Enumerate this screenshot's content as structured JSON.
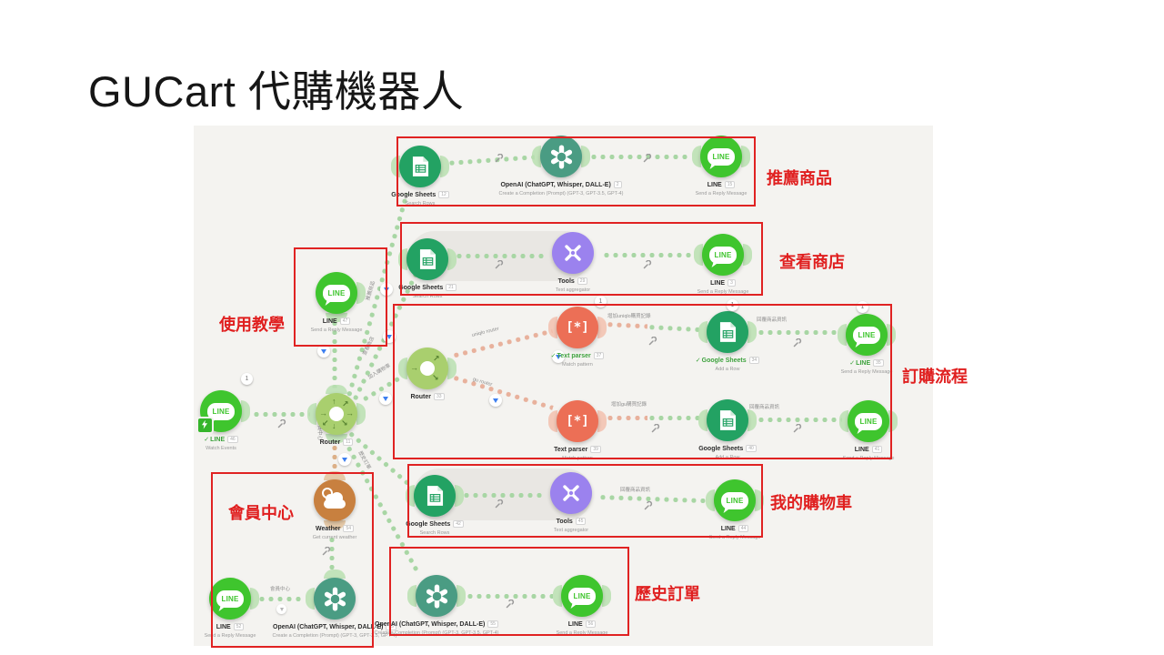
{
  "slide": {
    "title": "GUCart 代購機器人"
  },
  "annotations": {
    "recommend": "推薦商品",
    "view_store": "查看商店",
    "tutorial": "使用教學",
    "order_flow": "訂購流程",
    "my_cart": "我的購物車",
    "member_center": "會員中心",
    "history_orders": "歷史訂單"
  },
  "modules": {
    "gs1": {
      "name": "Google Sheets",
      "badge": "12",
      "sub": "Search Rows"
    },
    "ai1": {
      "name": "OpenAI (ChatGPT, Whisper, DALL-E)",
      "badge": "2",
      "sub": "Create a Completion (Prompt) (GPT-3, GPT-3.5, GPT-4)"
    },
    "line1": {
      "name": "LINE",
      "badge": "15",
      "sub": "Send a Reply Message"
    },
    "gs2": {
      "name": "Google Sheets",
      "badge": "21",
      "sub": "Search Rows"
    },
    "tools1": {
      "name": "Tools",
      "badge": "29",
      "sub": "Text aggregator"
    },
    "line2": {
      "name": "LINE",
      "badge": "3",
      "sub": "Send a Reply Message"
    },
    "line_teach": {
      "name": "LINE",
      "badge": "47",
      "sub": "Send a Reply Message"
    },
    "line_watch": {
      "name": "LINE",
      "badge": "46",
      "sub": "Watch Events",
      "check": "✓"
    },
    "router_main": {
      "name": "Router",
      "badge": "11"
    },
    "router2": {
      "name": "Router",
      "badge": "33"
    },
    "tp1": {
      "name": "Text parser",
      "badge": "37",
      "sub": "Match pattern",
      "check": "✓"
    },
    "gs3": {
      "name": "Google Sheets",
      "badge": "34",
      "sub": "Add a Row",
      "check": "✓"
    },
    "line3": {
      "name": "LINE",
      "badge": "35",
      "sub": "Send a Reply Message",
      "check": "✓"
    },
    "tp2": {
      "name": "Text parser",
      "badge": "39",
      "sub": "Match pattern"
    },
    "gs4": {
      "name": "Google Sheets",
      "badge": "40",
      "sub": "Add a Row"
    },
    "line4": {
      "name": "LINE",
      "badge": "41",
      "sub": "Send a Reply Message"
    },
    "gs5": {
      "name": "Google Sheets",
      "badge": "42",
      "sub": "Search Rows"
    },
    "tools2": {
      "name": "Tools",
      "badge": "45",
      "sub": "Text aggregator"
    },
    "line5": {
      "name": "LINE",
      "badge": "44",
      "sub": "Send a Reply Message"
    },
    "weather": {
      "name": "Weather",
      "badge": "54",
      "sub": "Get current weather"
    },
    "line6": {
      "name": "LINE",
      "badge": "52",
      "sub": "Send a Reply Message"
    },
    "ai2": {
      "name": "OpenAI (ChatGPT, Whisper, DALL-E)",
      "badge": "53",
      "sub": "Create a Completion (Prompt) (GPT-3, GPT-3.5, GPT-4)"
    },
    "ai3": {
      "name": "OpenAI (ChatGPT, Whisper, DALL-E)",
      "badge": "55",
      "sub": "Create a Completion (Prompt) (GPT-3, GPT-3.5, GPT-4)"
    },
    "line7": {
      "name": "LINE",
      "badge": "56",
      "sub": "Send a Reply Message"
    }
  },
  "conn_labels": {
    "uniqlo_router": "uniqlo router",
    "gu_router": "gu router",
    "add_uniqlo": "增加uniqlo購買記錄",
    "reply_info_1": "回覆商品資訊",
    "add_gu": "增加gu購買記錄",
    "reply_info_2": "回覆商品資訊",
    "reply_info_cart": "回覆商品資訊",
    "member_line": "會員中心",
    "member_route": "會員中心",
    "add_cart_route": "加入購物車",
    "history_route": "歷史訂單",
    "recommend_route": "推薦商品",
    "view_store_route": "查看商店"
  },
  "icons": {
    "line_logo": "LINE",
    "text_parser_glyph": "[*]",
    "bubble_one": "1"
  },
  "colors": {
    "annotation_red": "#e02222",
    "canvas_bg": "#f4f3f0",
    "sheets_green": "#23A263",
    "openai_teal": "#4A9C83",
    "line_green": "#3FC52E",
    "parser_salmon": "#EC6F56",
    "tools_purple": "#9B82EE",
    "router_green": "#A9CF6E",
    "weather_orange": "#C8803F"
  }
}
